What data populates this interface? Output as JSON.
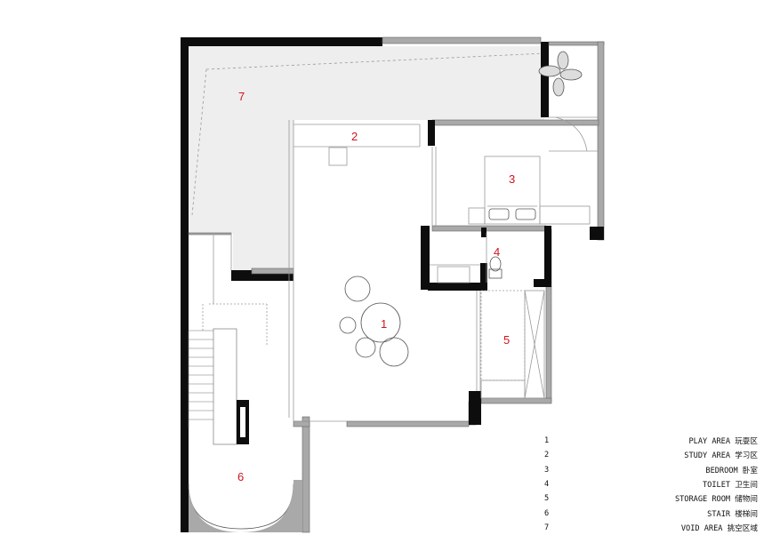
{
  "rooms": [
    {
      "num": "1"
    },
    {
      "num": "2"
    },
    {
      "num": "3"
    },
    {
      "num": "4"
    },
    {
      "num": "5"
    },
    {
      "num": "6"
    },
    {
      "num": "7"
    }
  ],
  "legend": [
    {
      "num": "1",
      "label": "PLAY AREA 玩耍区"
    },
    {
      "num": "2",
      "label": "STUDY AREA 学习区"
    },
    {
      "num": "3",
      "label": "BEDROOM 卧室"
    },
    {
      "num": "4",
      "label": "TOILET 卫生间"
    },
    {
      "num": "5",
      "label": "STORAGE ROOM 储物间"
    },
    {
      "num": "6",
      "label": "STAIR 楼梯间"
    },
    {
      "num": "7",
      "label": "VOID AREA 挑空区域"
    }
  ],
  "colors": {
    "wall": "#0d0d0d",
    "wall_gray": "#a9a9a9",
    "void": "#eeeeee",
    "line": "#9a9a9a",
    "room_number": "#d0141e"
  }
}
